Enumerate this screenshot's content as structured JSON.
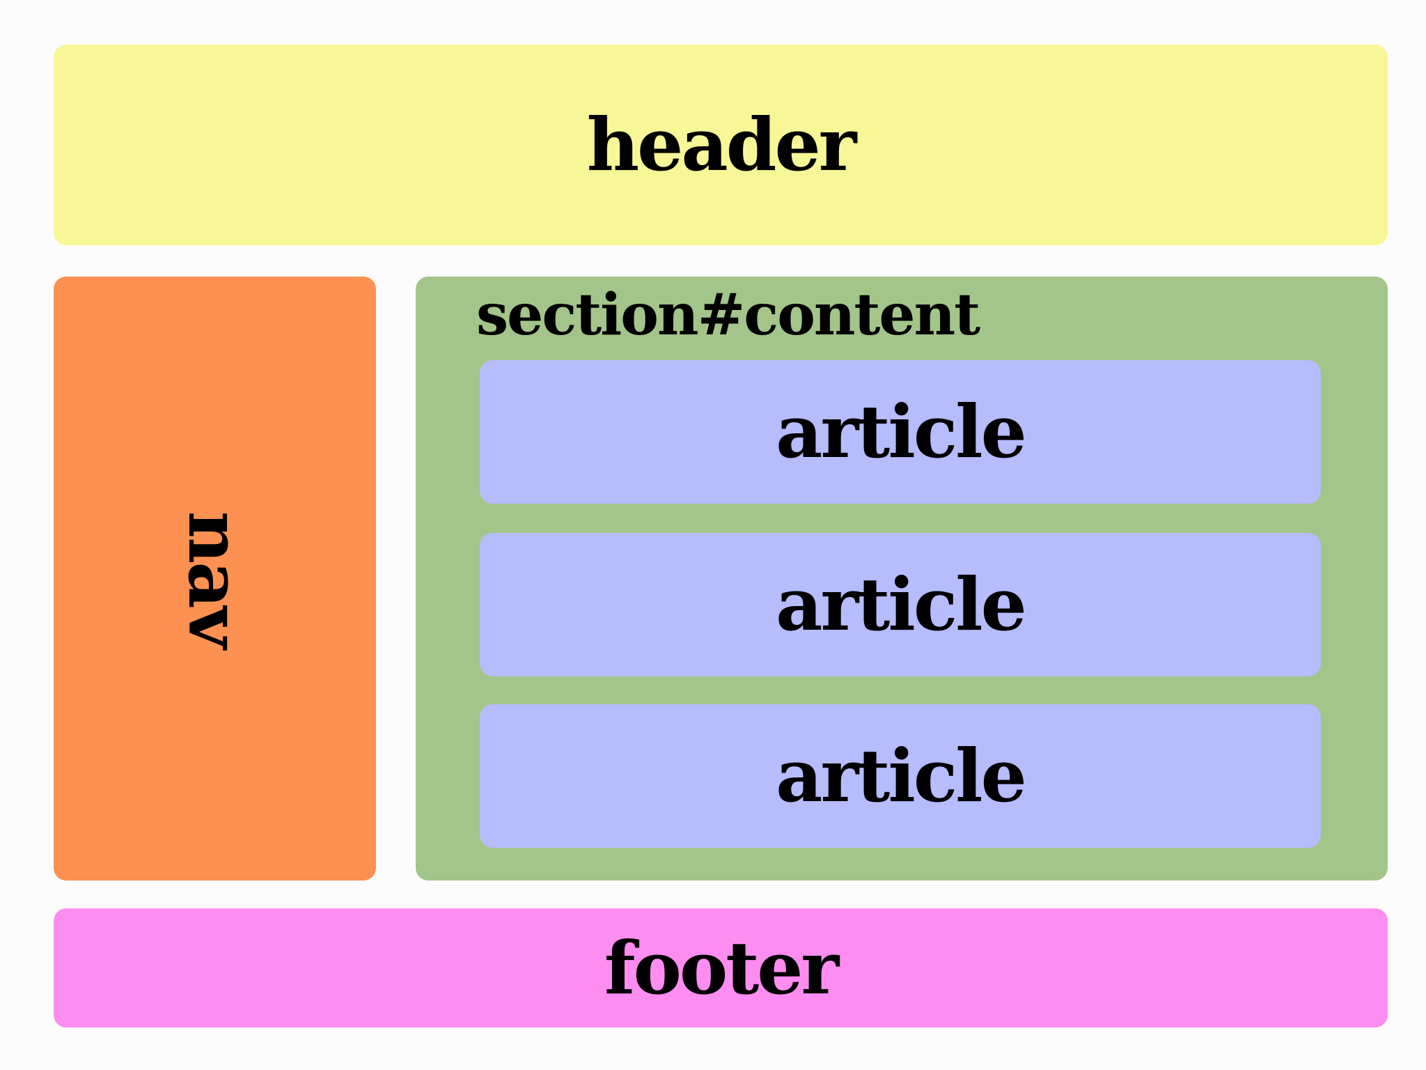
{
  "colors": {
    "header": "#f7f797",
    "nav": "#fd9152",
    "content": "#a3c58a",
    "article": "#b6bcfc",
    "footer": "#fd8df0"
  },
  "header": {
    "label": "header"
  },
  "nav": {
    "label": "nav"
  },
  "content": {
    "label": "section#content",
    "articles": [
      {
        "label": "article"
      },
      {
        "label": "article"
      },
      {
        "label": "article"
      }
    ]
  },
  "footer": {
    "label": "footer"
  }
}
